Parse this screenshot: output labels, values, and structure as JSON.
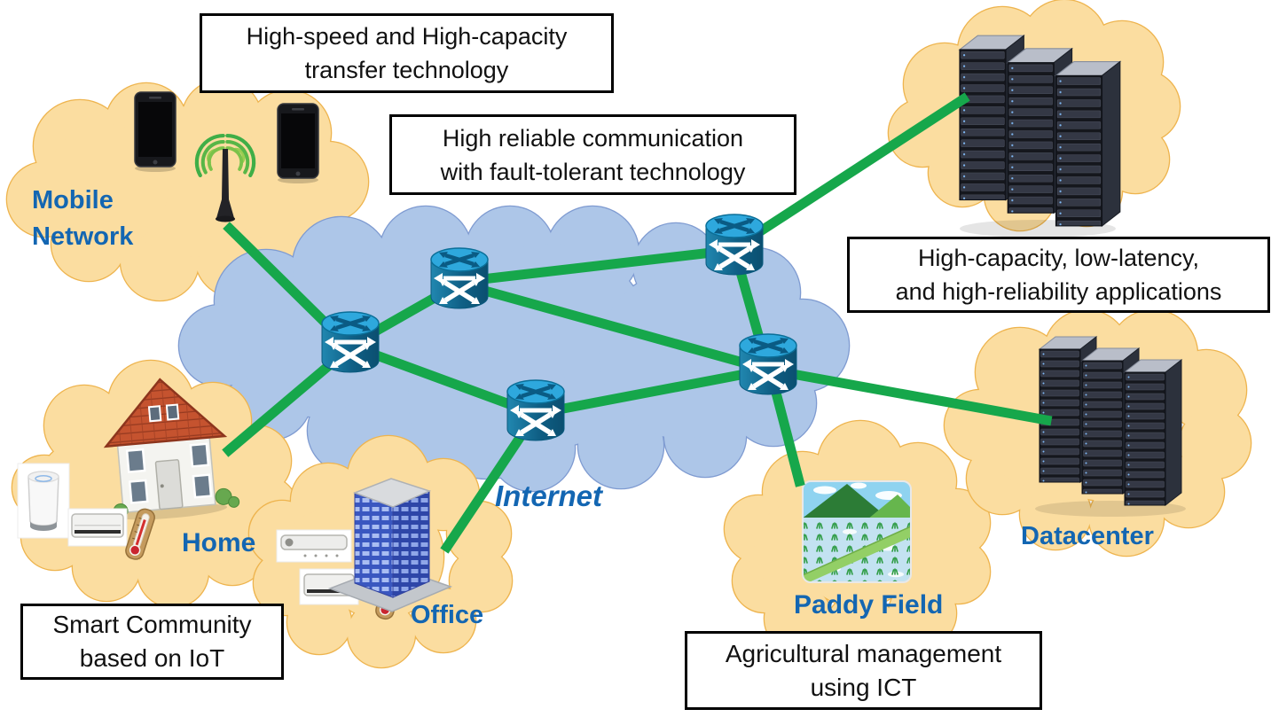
{
  "callouts": {
    "transfer_technology": {
      "line1": "High-speed and High-capacity",
      "line2": "transfer technology"
    },
    "fault_tolerant": {
      "line1": "High reliable communication",
      "line2": "with fault-tolerant technology"
    },
    "applications": {
      "line1": "High-capacity, low-latency,",
      "line2": "and high-reliability applications"
    },
    "smart_community": {
      "line1": "Smart Community",
      "line2": "based on IoT"
    },
    "agriculture": {
      "line1": "Agricultural management",
      "line2": "using ICT"
    }
  },
  "labels": {
    "mobile_network": {
      "line1": "Mobile",
      "line2": "Network"
    },
    "home": "Home",
    "office": "Office",
    "internet": "Internet",
    "paddy_field": "Paddy Field",
    "datacenter": "Datacenter"
  },
  "colors": {
    "link_green": "#16a74b",
    "cloud_fill": "#fbdda0",
    "cloud_stroke": "#eeb44e",
    "internet_fill": "#adc6e8",
    "internet_stroke": "#7f9bd1",
    "label_blue": "#1366b2",
    "box_border": "#000000",
    "box_bg": "#ffffff",
    "text_black": "#111111"
  },
  "icons": {
    "router": "router-icon",
    "smartphone": "smartphone-icon",
    "antenna": "antenna-icon",
    "wireless_waves": "wireless-waves-icon",
    "house": "house-icon",
    "smart_speaker": "smart-speaker-icon",
    "air_conditioner": "air-conditioner-icon",
    "thermometer": "thermometer-icon",
    "office_building": "office-building-icon",
    "projector": "projector-icon",
    "paddy_field_image": "paddy-field-icon",
    "server_rack": "server-rack-icon",
    "cloud": "cloud-shape"
  }
}
